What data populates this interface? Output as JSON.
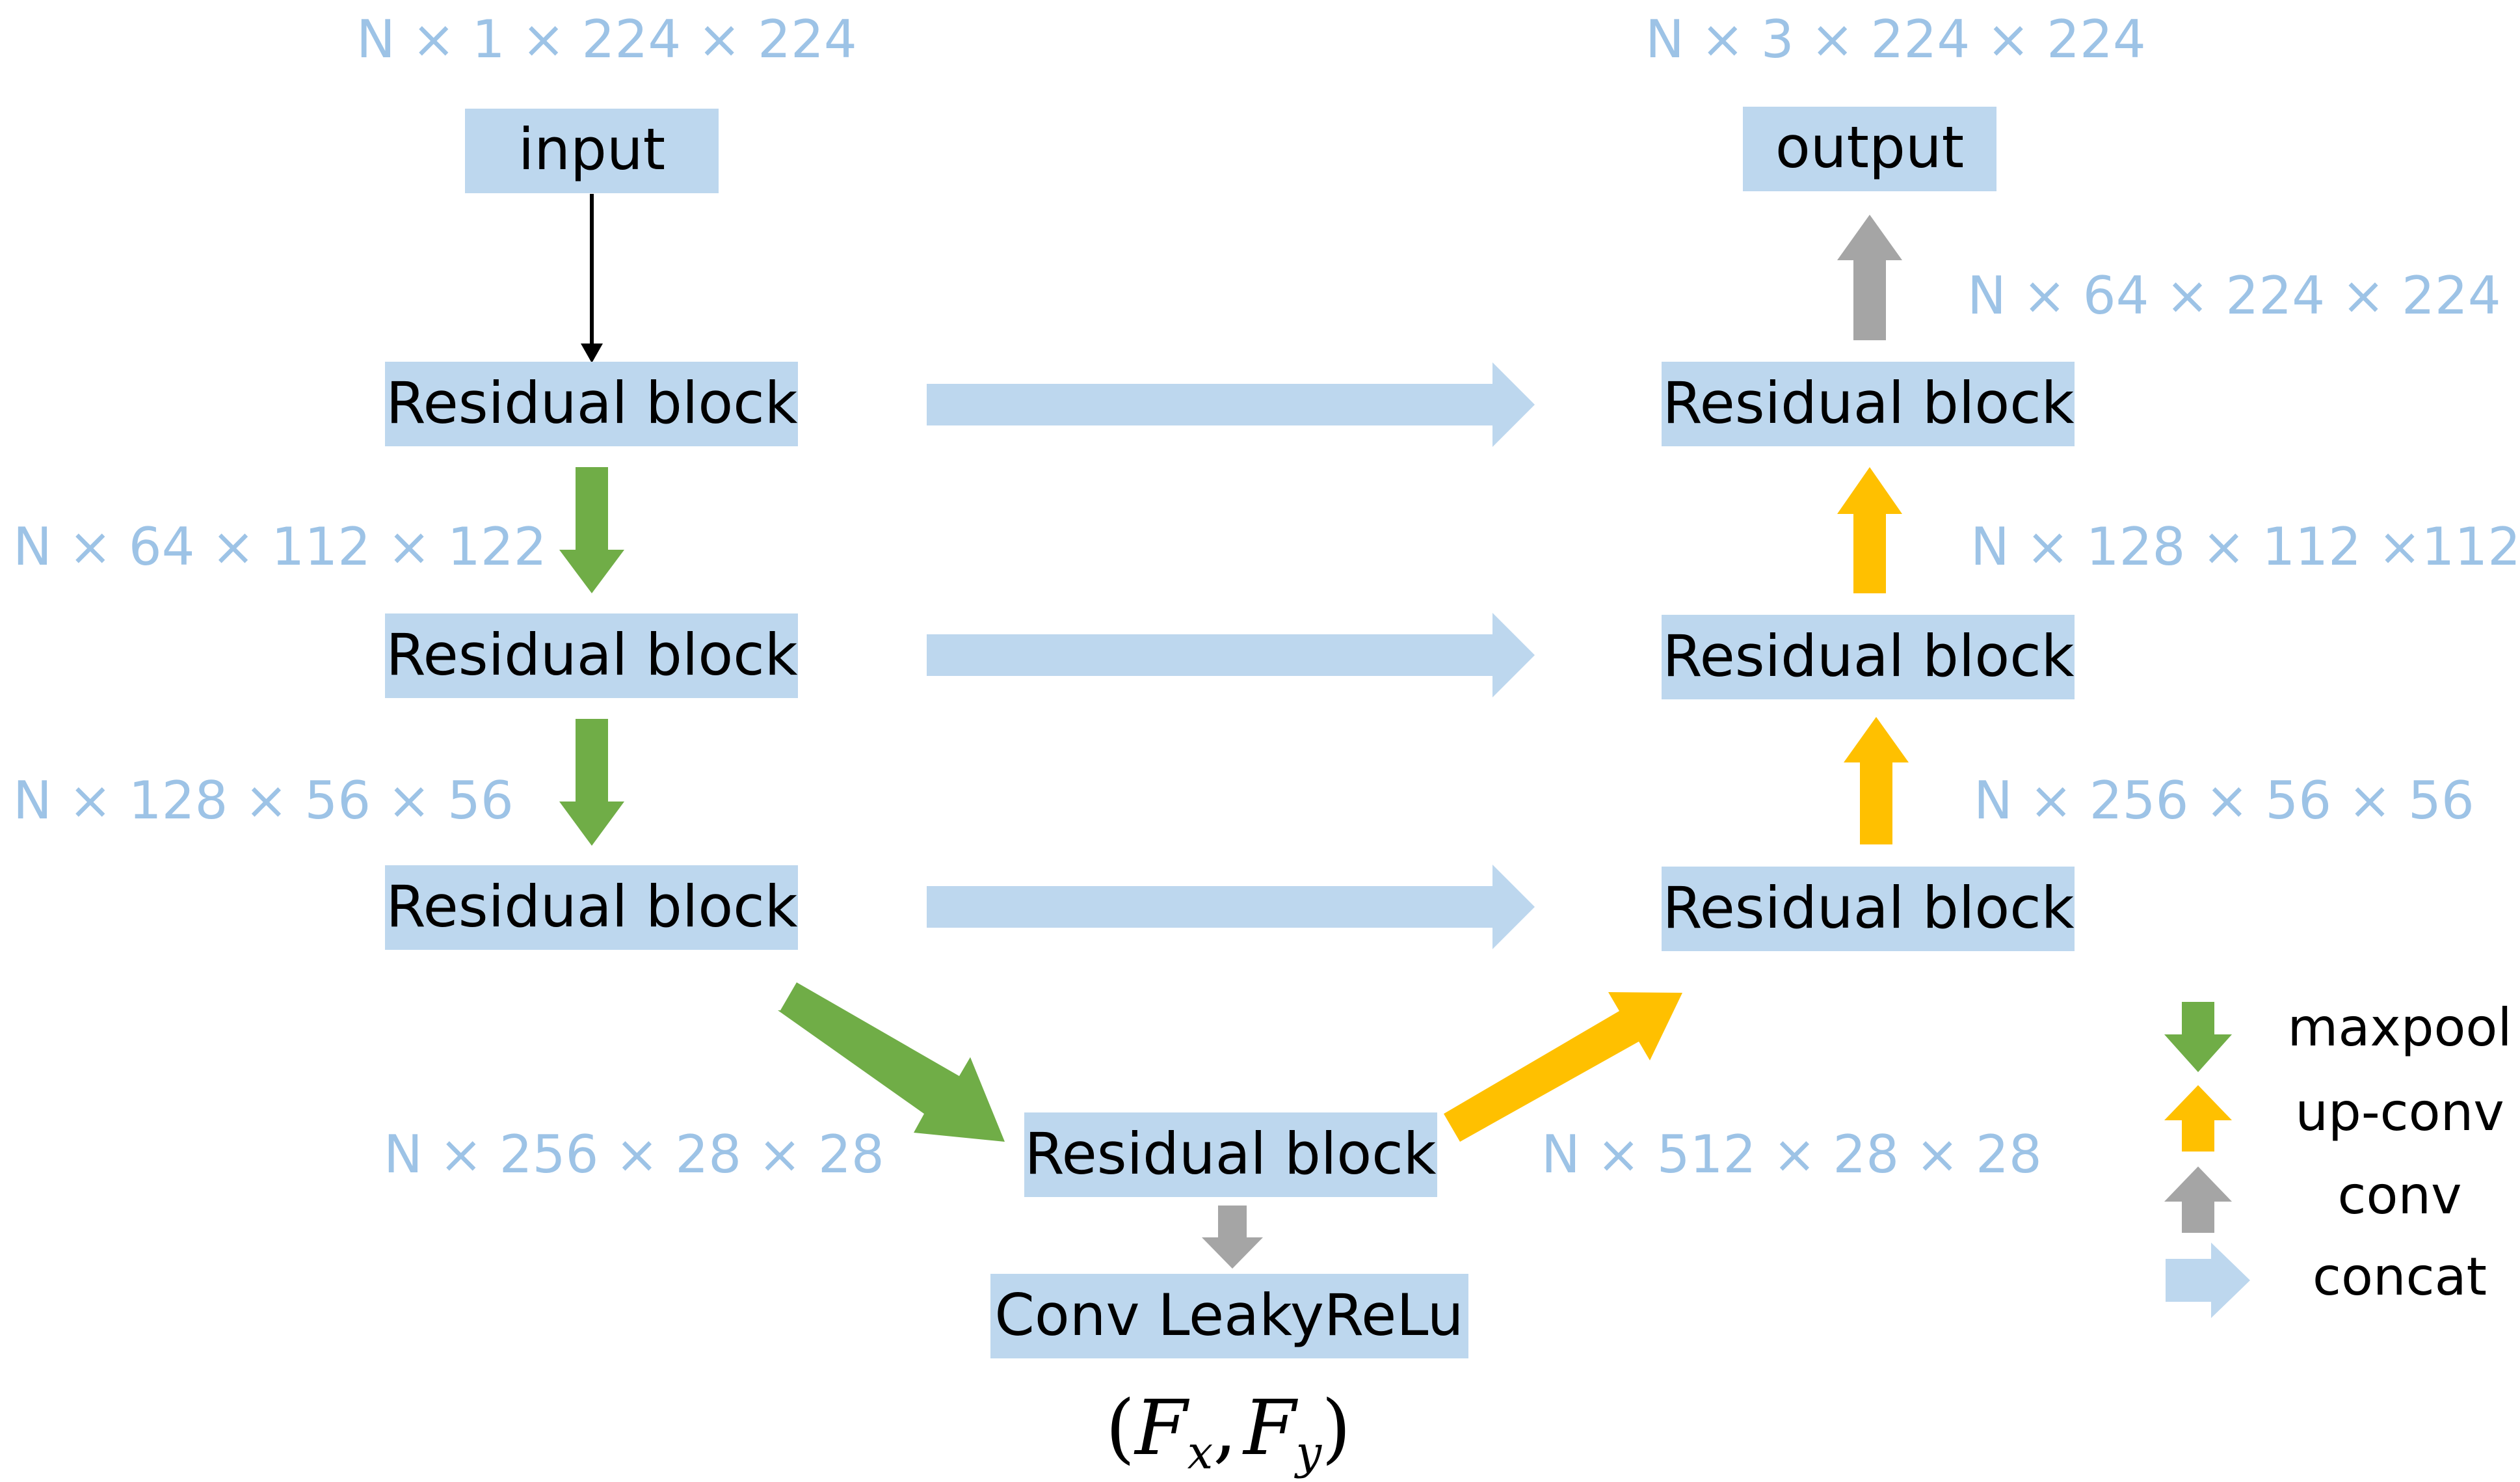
{
  "nodes": {
    "input": "input",
    "output": "output",
    "enc1": "Residual block",
    "enc2": "Residual block",
    "enc3": "Residual block",
    "bottleneck": "Residual block",
    "dec1": "Residual block",
    "dec2": "Residual block",
    "dec3": "Residual block",
    "final_conv": "Conv LeakyReLu"
  },
  "dimensions": {
    "input": "N × 1 × 224 × 224",
    "output": "N × 3 × 224 × 224",
    "enc1_pool": "N × 64 × 112 × 122",
    "enc2_pool": "N × 128 × 56 × 56",
    "enc3_pool": "N × 256 × 28 × 28",
    "bottleneck": "N × 512 × 28 × 28",
    "dec3_up": "N × 256 × 56 × 56",
    "dec2_up": "N × 128 × 112 ×112",
    "dec1_conv": "N × 64 × 224 × 224"
  },
  "formula": {
    "open": "(",
    "f1": "F",
    "sub1": "x",
    "comma": ",",
    "f2": "F",
    "sub2": "y",
    "close": ")"
  },
  "legend": {
    "maxpool": "maxpool",
    "upconv": "up-conv",
    "conv": "conv",
    "concat": "concat"
  },
  "colors": {
    "box": "#bdd7ee",
    "dimension_text": "#9dc3e6",
    "maxpool": "#70ad47",
    "upconv": "#ffc000",
    "conv": "#a5a5a5",
    "concat": "#bdd7ee",
    "plain_arrow": "#000000"
  }
}
